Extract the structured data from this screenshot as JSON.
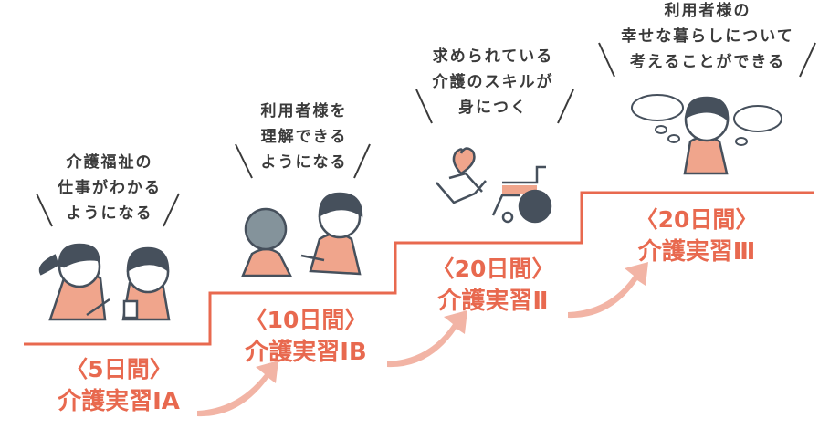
{
  "colors": {
    "accent": "#e8694f",
    "arrow": "#f2b4a5",
    "ink": "#46505c",
    "skin": "#f0a58c"
  },
  "steps": [
    {
      "days": "〈5日間〉",
      "name": "介護実習IA",
      "speech": [
        "介護福祉の",
        "仕事がわかる",
        "ようになる"
      ]
    },
    {
      "days": "〈10日間〉",
      "name": "介護実習IB",
      "speech": [
        "利用者様を",
        "理解できる",
        "ようになる"
      ]
    },
    {
      "days": "〈20日間〉",
      "name": "介護実習Ⅱ",
      "speech": [
        "求められている",
        "介護のスキルが",
        "身につく"
      ]
    },
    {
      "days": "〈20日間〉",
      "name": "介護実習Ⅲ",
      "speech": [
        "利用者様の",
        "幸せな暮らしについて",
        "考えることができる"
      ]
    }
  ]
}
